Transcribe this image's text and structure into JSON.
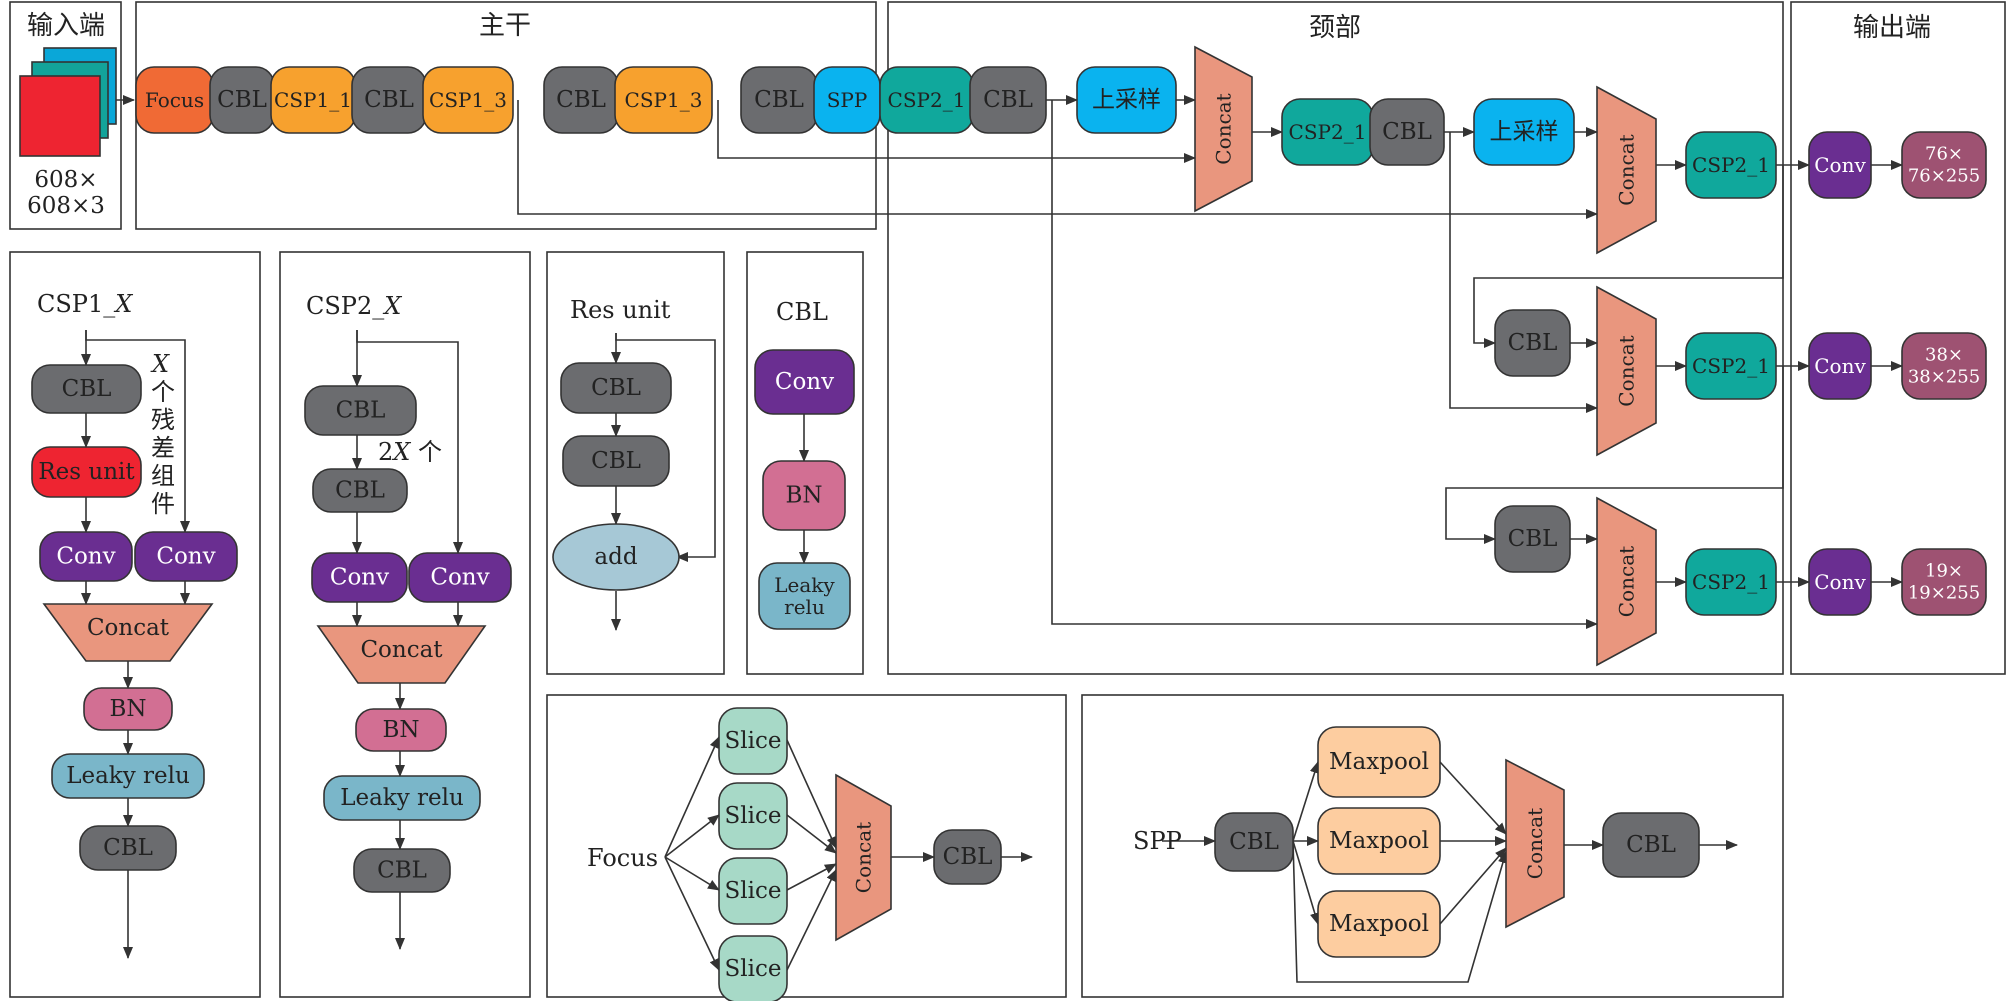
{
  "colors": {
    "orange_red": "#f06a35",
    "gray": "#6b6c6f",
    "orange": "#f7a12e",
    "blue": "#0ab3ef",
    "teal": "#10a89c",
    "salmon": "#e9967e",
    "purple": "#6a2e91",
    "red": "#ee2431",
    "pink": "#d26f93",
    "lightblue": "#7ab6c9",
    "ellipse": "#a6c8d6",
    "mint": "#a7d9c7",
    "peach": "#fdcda0",
    "mauve": "#9e5272",
    "input_red": "#ee2431",
    "input_teal": "#13a39a",
    "input_blue": "#0aa7d8"
  },
  "titles": {
    "input": "输入端",
    "backbone": "主干",
    "neck": "颈部",
    "output": "输出端"
  },
  "input_size": [
    "608×",
    "608×3"
  ],
  "labels": {
    "focus": "Focus",
    "cbl": "CBL",
    "csp1_1": "CSP1_1",
    "csp1_3": "CSP1_3",
    "spp": "SPP",
    "csp2_1": "CSP2_1",
    "upsample": "上采样",
    "concat": "Concat",
    "conv": "Conv",
    "res_unit": "Res unit",
    "bn": "BN",
    "leaky_relu": "Leaky relu",
    "leaky": "Leaky",
    "relu": "relu",
    "add": "add",
    "slice": "Slice",
    "maxpool": "Maxpool"
  },
  "outputs": [
    [
      "76×",
      "76×255"
    ],
    [
      "38×",
      "38×255"
    ],
    [
      "19×",
      "19×255"
    ]
  ],
  "panels": {
    "csp1_title_prefix": "CSP1_",
    "csp2_title_prefix": "CSP2_",
    "x_var": "X",
    "residual_chars": [
      "个",
      "残",
      "差",
      "组",
      "件"
    ],
    "two": "2",
    "ge": " 个",
    "res_unit_title": "Res unit",
    "cbl_title": "CBL",
    "focus_label": "Focus",
    "spp_label": "SPP"
  }
}
